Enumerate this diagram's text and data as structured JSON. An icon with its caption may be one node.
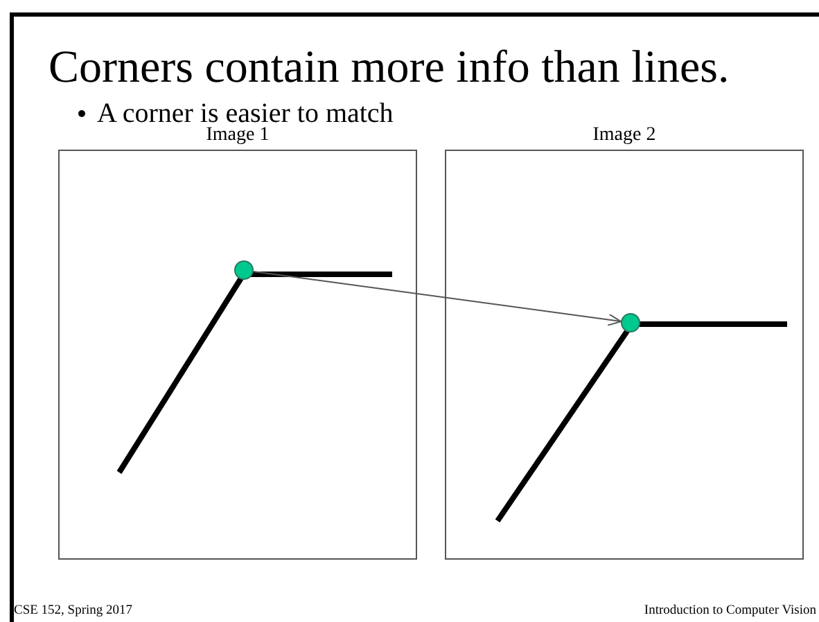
{
  "diagram": {
    "title": "Corners contain more info than lines.",
    "nodes": [
      {
        "text": [
          "Image 1"
        ]
      },
      {
        "text": [
          "Image 2"
        ]
      },
      {
        "text": [],
        "shape": "circle",
        "in": 0
      },
      {
        "text": [],
        "shape": "circle",
        "in": 1
      }
    ],
    "edges": [
      {
        "from": 2,
        "to": 3,
        "arrow": "to"
      }
    ],
    "labels": [
      "A corner is easier to match",
      "CSE 152, Spring 2017",
      "Introduction to Computer Vision"
    ]
  }
}
